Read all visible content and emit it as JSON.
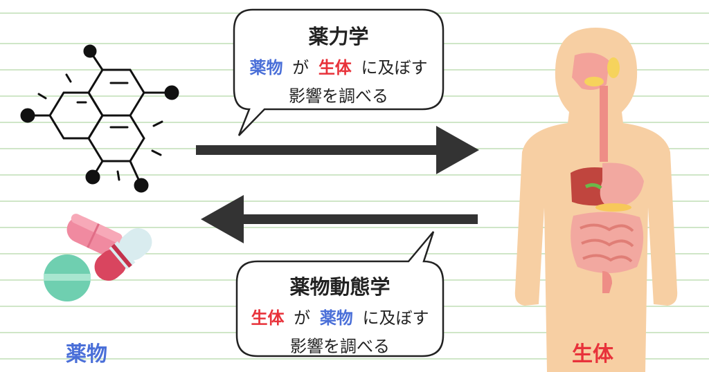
{
  "top_bubble": {
    "title": "薬力学",
    "subject": "薬物",
    "particle": "が",
    "target": "生体",
    "verb": "に及ぼす",
    "line2": "影響を調べる"
  },
  "bottom_bubble": {
    "title": "薬物動態学",
    "subject": "生体",
    "particle": "が",
    "target": "薬物",
    "verb": "に及ぼす",
    "line2": "影響を調べる"
  },
  "labels": {
    "drug": "薬物",
    "body": "生体"
  },
  "colors": {
    "drug": "#4a6fd8",
    "body": "#e8323a",
    "arrow": "#333333",
    "ruled_line": "#cfe6c7"
  },
  "icons": [
    "molecule-icon",
    "pills-icon",
    "human-body-icon"
  ]
}
